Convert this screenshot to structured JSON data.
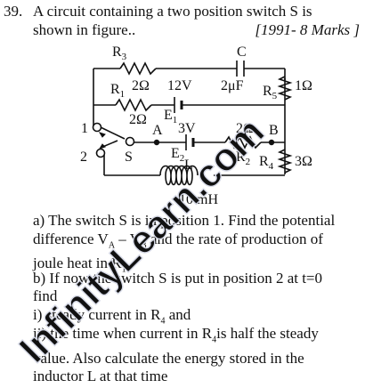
{
  "question": {
    "number": "39.",
    "line1": "A circuit containing a two position switch S is",
    "line2": "shown in figure..",
    "source": "[1991- 8 Marks ]"
  },
  "circuit": {
    "r3": "R",
    "r3_sub": "3",
    "r1": "R",
    "r1_sub": "1",
    "r1_value_top": "2Ω",
    "r1_value_bottom": "2Ω",
    "e1_value": "12V",
    "e1": "E",
    "e1_sub": "1",
    "c": "C",
    "c_value": "2μF",
    "r5": "R",
    "r5_sub": "5",
    "r5_value": "1Ω",
    "pos1": "1",
    "pos2": "2",
    "switch": "S",
    "node_a": "A",
    "node_b": "B",
    "e2_value": "3V",
    "e2": "E",
    "e2_sub": "2",
    "r2_value": "2Ω",
    "r2": "R",
    "r2_sub": "2",
    "r4": "R",
    "r4_sub": "4",
    "r4_value": "3Ω",
    "l": "L",
    "l_value": "10 mH"
  },
  "parts": {
    "a_line1": "a) The switch S is in position 1. Find the potential",
    "a_line2_pre": "difference V",
    "a_sub_a": "A",
    "a_line2_mid": " – V",
    "a_sub_b": "B",
    "a_line2_post": " and the rate of  production of",
    "a_line3_pre": "joule heat in R",
    "a_line3_sub": "1",
    "a_line3_post": ".",
    "b_line1": "b) If now the switch S is put in position 2 at t=0",
    "b_line2": "find",
    "i_pre": "i) steady current in R",
    "i_sub": "4",
    "i_post": " and",
    "ii_line1_pre": "ii) the time when current in R",
    "ii_sub": "4",
    "ii_line1_post": "is half the steady",
    "ii_line2": "value. Also calculate the energy stored in the",
    "ii_line3": "inductor L at that time"
  },
  "watermark": "InfinityLearn.com"
}
